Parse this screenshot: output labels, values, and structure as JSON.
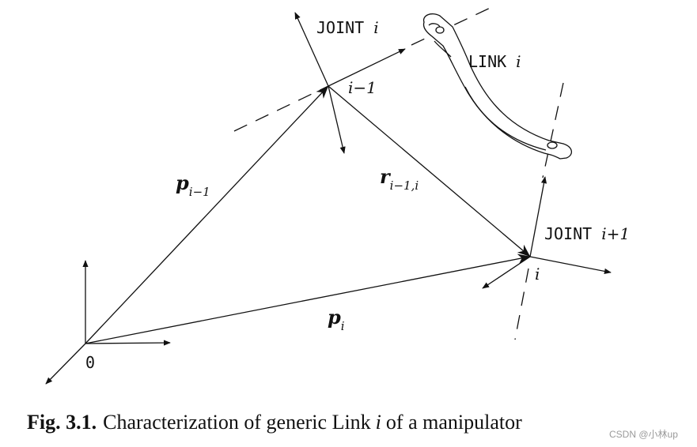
{
  "labels": {
    "joint_i_word": "JOINT",
    "joint_i_var": "i",
    "joint_i1_word": "JOINT",
    "joint_i1_var": "i+1",
    "link_word": "LINK",
    "link_var": "i",
    "frame_i_minus_1": "i−1",
    "frame_i": "i",
    "origin": "0",
    "p_prev_main": "p",
    "p_prev_sub": "i−1",
    "r_main": "r",
    "r_sub": "i−1,i",
    "p_i_main": "p",
    "p_i_sub": "i"
  },
  "caption": {
    "prefix": "Fig. 3.1.",
    "text_a": "Characterization of generic Link",
    "var": "i",
    "text_b": "of a manipulator"
  },
  "watermark": "CSDN @小林up"
}
